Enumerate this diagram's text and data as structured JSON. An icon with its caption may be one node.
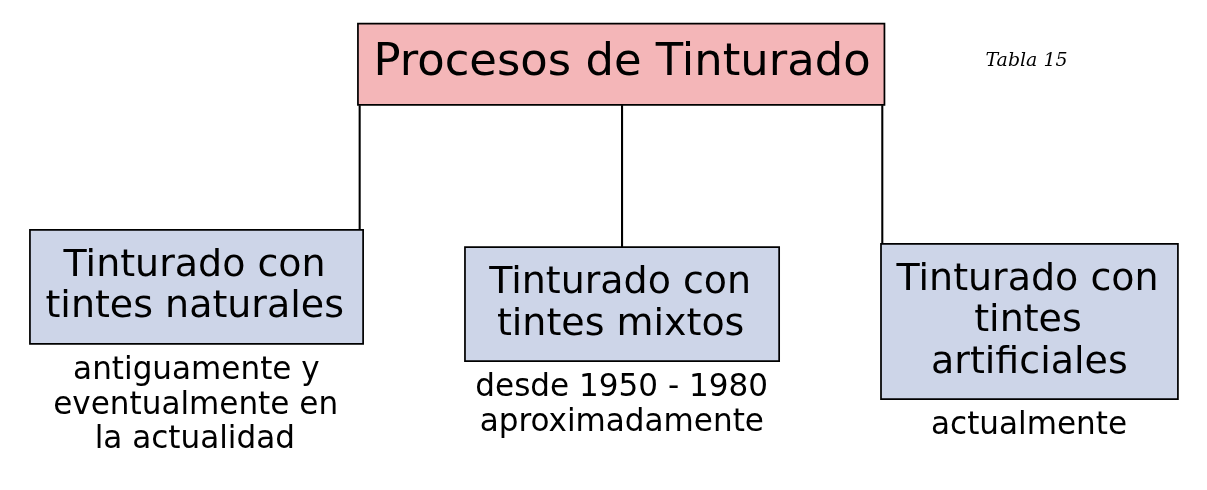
{
  "diagram": {
    "nodes": [
      {
        "text": [
          "Procesos de Tinturado"
        ]
      },
      {
        "text": [
          "Tinturado con tintes naturales"
        ],
        "beside": [
          "antiguamente y eventualmente en la actualidad"
        ]
      },
      {
        "text": [
          "Tinturado con tintes mixtos"
        ],
        "beside": [
          "desde 1950 - 1980 aproximadamente"
        ]
      },
      {
        "text": [
          "Tinturado con tintes artificiales"
        ],
        "beside": [
          "actualmente"
        ]
      }
    ],
    "edges": [
      {
        "from": 0,
        "to": 1,
        "arrow": "none"
      },
      {
        "from": 0,
        "to": 2,
        "arrow": "none"
      },
      {
        "from": 0,
        "to": 3,
        "arrow": "none"
      }
    ],
    "labels": [
      "Tabla 15"
    ]
  }
}
